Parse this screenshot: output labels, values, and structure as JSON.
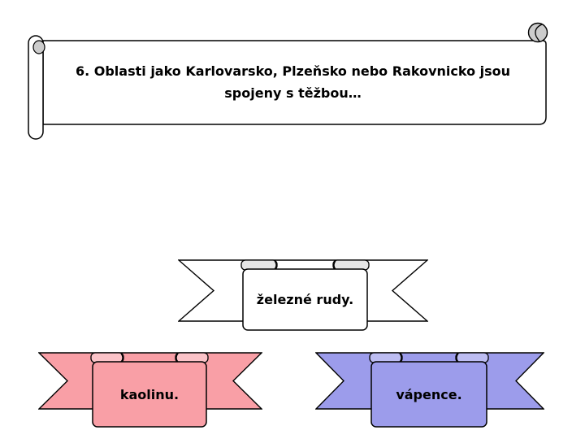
{
  "slide": {
    "background": "#FFFFFF"
  },
  "question": {
    "lines": [
      "6. Oblasti jako Karlovarsko, Plzeňsko nebo Rakovnicko jsou",
      "spojeny s těžbou…"
    ],
    "text_color": "#000000",
    "banner": {
      "fill": "#FFFFFF",
      "curl_fill": "#CCCCCC",
      "stroke": "#000000"
    }
  },
  "answers": [
    {
      "label": "železné rudy.",
      "fill": "#FFFFFF",
      "roll_fill": "#E6E6E6",
      "stroke": "#000000"
    },
    {
      "label": "kaolinu.",
      "fill": "#F99FA6",
      "roll_fill": "#FBC3C8",
      "stroke": "#000000"
    },
    {
      "label": "vápence.",
      "fill": "#9C9CEB",
      "roll_fill": "#BDBDF2",
      "stroke": "#000000"
    }
  ]
}
